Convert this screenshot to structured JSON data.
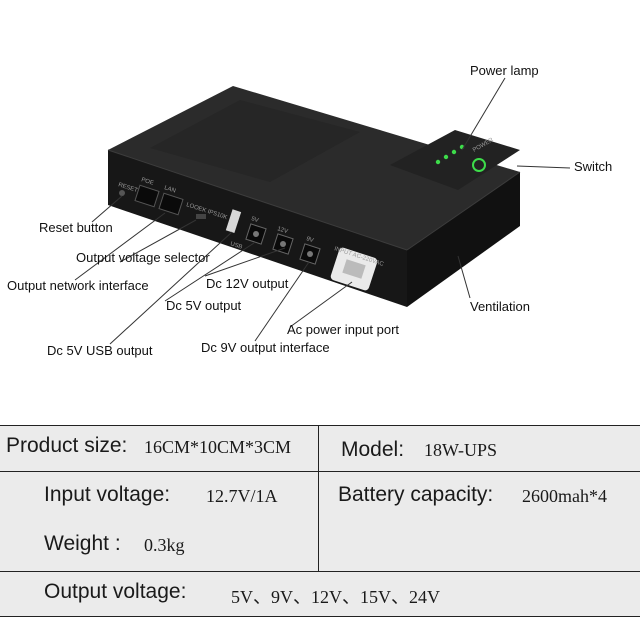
{
  "callouts": {
    "power_lamp": "Power lamp",
    "switch": "Switch",
    "reset_button": "Reset button",
    "output_voltage_selector": "Output voltage selector",
    "output_network_interface": "Output network interface",
    "dc_12v_output": "Dc 12V output",
    "dc_5v_output": "Dc 5V output",
    "ventilation": "Ventilation",
    "ac_power_input_port": "Ac power input port",
    "dc_5v_usb_output": "Dc 5V USB output",
    "dc_9v_output_interface": "Dc 9V output interface"
  },
  "device_labels": {
    "reset": "RESET",
    "poe": "POE",
    "lan": "LAN",
    "poe_selector": "LOOEK IPS10K",
    "usb": "USB",
    "p5v": "5V",
    "p12v": "12V",
    "p9v": "9V",
    "ac_input": "INPUT AC-220VAC",
    "power_panel": "POWER"
  },
  "specs": {
    "product_size_label": "Product size:",
    "product_size_value": "16CM*10CM*3CM",
    "model_label": "Model:",
    "model_value": "18W-UPS",
    "input_voltage_label": "Input voltage:",
    "input_voltage_value": "12.7V/1A",
    "battery_capacity_label": "Battery capacity:",
    "battery_capacity_value": "2600mah*4",
    "weight_label": "Weight :",
    "weight_value": "0.3kg",
    "output_voltage_label": "Output voltage:",
    "output_voltage_value": "5V、9V、12V、15V、24V"
  },
  "colors": {
    "device_body": "#1c1c1c",
    "device_top": "#2a2a2a",
    "led_green": "#3ddc4a",
    "table_bg": "#ebebeb",
    "line": "#222222"
  }
}
